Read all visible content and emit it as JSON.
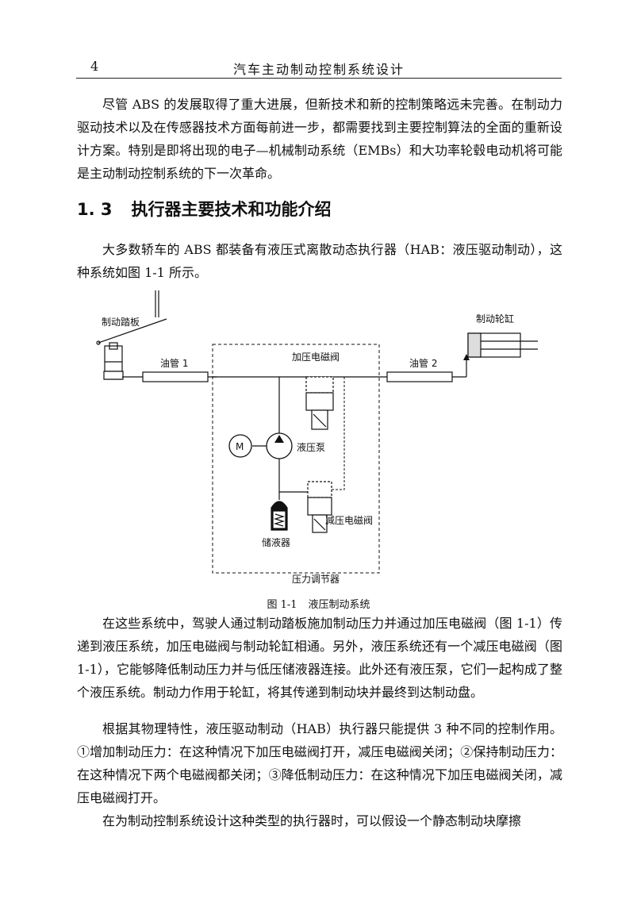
{
  "header": {
    "page_number": "4",
    "title": "汽车主动制动控制系统设计"
  },
  "paragraphs": {
    "p1": "尽管 ABS 的发展取得了重大进展，但新技术和新的控制策略远未完善。在制动力驱动技术以及在传感器技术方面每前进一步，都需要找到主要控制算法的全面的重新设计方案。特别是即将出现的电子—机械制动系统（EMBs）和大功率轮毂电动机将可能是主动制动控制系统的下一次革命。",
    "p2": "大多数轿车的 ABS 都装备有液压式离散动态执行器（HAB：液压驱动制动），这种系统如图 1-1 所示。",
    "p3": "在这些系统中，驾驶人通过制动踏板施加制动压力并通过加压电磁阀（图 1-1）传递到液压系统，加压电磁阀与制动轮缸相通。另外，液压系统还有一个减压电磁阀（图 1-1），它能够降低制动压力并与低压储液器连接。此外还有液压泵，它们一起构成了整个液压系统。制动力作用于轮缸，将其传递到制动块并最终到达制动盘。",
    "p4": "根据其物理特性，液压驱动制动（HAB）执行器只能提供 3 种不同的控制作用。①增加制动压力：在这种情况下加压电磁阀打开，减压电磁阀关闭；②保持制动压力：在这种情况下两个电磁阀都关闭；③降低制动压力：在这种情况下加压电磁阀关闭，减压电磁阀打开。",
    "p5": "在为制动控制系统设计这种类型的执行器时，可以假设一个静态制动块摩擦"
  },
  "section": {
    "number": "1. 3",
    "title": "执行器主要技术和功能介绍"
  },
  "figure": {
    "labels": {
      "brake_pedal": "制动踏板",
      "pipe1": "油管 1",
      "inlet_valve": "加压电磁阀",
      "pipe2": "油管 2",
      "wheel_cylinder": "制动轮缸",
      "motor": "M",
      "pump": "液压泵",
      "outlet_valve": "减压电磁阀",
      "accumulator": "储液器",
      "modulator": "压力调节器"
    },
    "caption_number": "图 1-1",
    "caption_title": "液压制动系统"
  }
}
